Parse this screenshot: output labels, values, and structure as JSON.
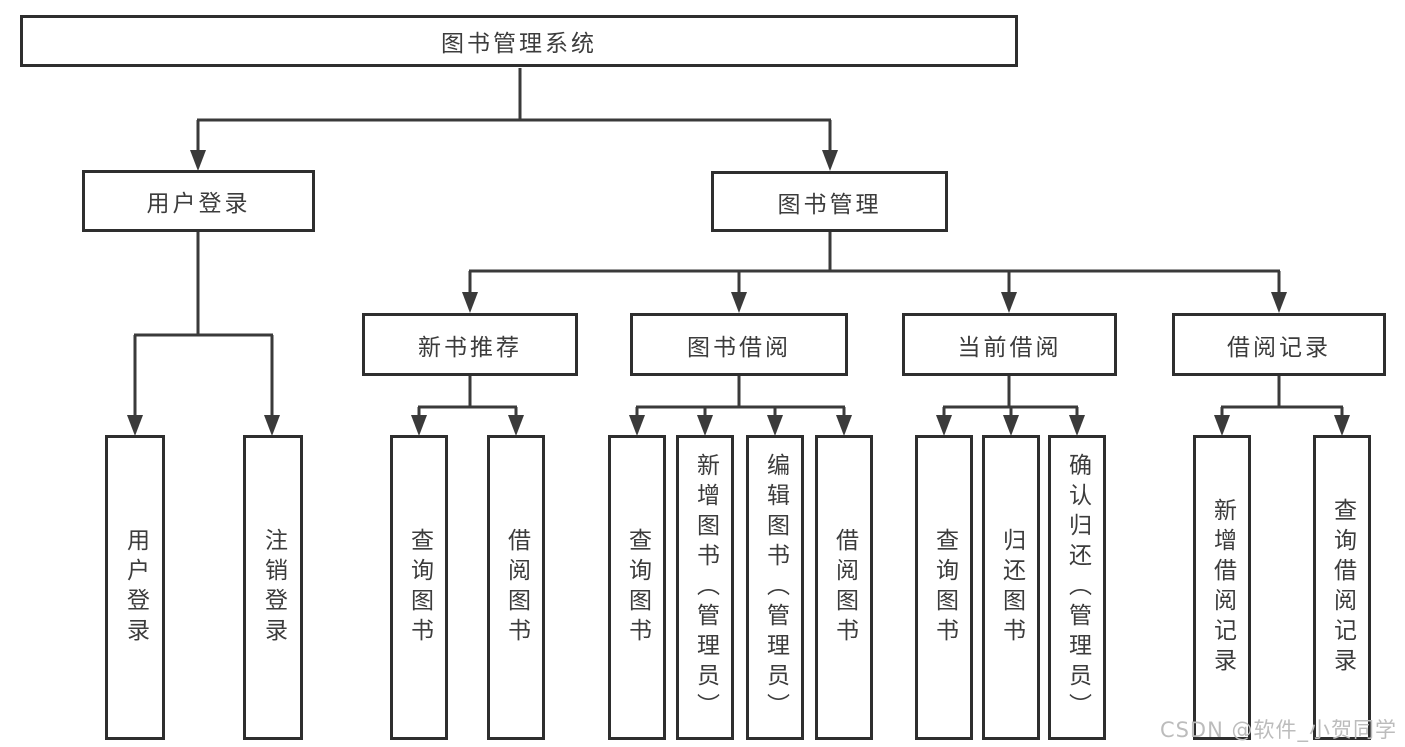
{
  "diagram": {
    "root": {
      "label": "图书管理系统"
    },
    "level2": [
      {
        "label": "用户登录"
      },
      {
        "label": "图书管理"
      }
    ],
    "level3": [
      {
        "label": "新书推荐",
        "parent": "图书管理"
      },
      {
        "label": "图书借阅",
        "parent": "图书管理"
      },
      {
        "label": "当前借阅",
        "parent": "图书管理"
      },
      {
        "label": "借阅记录",
        "parent": "图书管理"
      }
    ],
    "leaves": [
      {
        "label": "用户登录",
        "parent": "用户登录"
      },
      {
        "label": "注销登录",
        "parent": "用户登录"
      },
      {
        "label": "查询图书",
        "parent": "新书推荐"
      },
      {
        "label": "借阅图书",
        "parent": "新书推荐"
      },
      {
        "label": "查询图书",
        "parent": "图书借阅"
      },
      {
        "label": "新增图书（管理员）",
        "parent": "图书借阅"
      },
      {
        "label": "编辑图书（管理员）",
        "parent": "图书借阅"
      },
      {
        "label": "借阅图书",
        "parent": "图书借阅"
      },
      {
        "label": "查询图书",
        "parent": "当前借阅"
      },
      {
        "label": "归还图书",
        "parent": "当前借阅"
      },
      {
        "label": "确认归还（管理员）",
        "parent": "当前借阅"
      },
      {
        "label": "新增借阅记录",
        "parent": "借阅记录"
      },
      {
        "label": "查询借阅记录",
        "parent": "借阅记录"
      }
    ],
    "colors": {
      "box_border": "#2e2e2e",
      "connector": "#3a3a3a",
      "text": "#3c3c3c"
    }
  },
  "watermark": {
    "text": "CSDN @软件_小贺同学",
    "color": "#bcbcbc"
  }
}
